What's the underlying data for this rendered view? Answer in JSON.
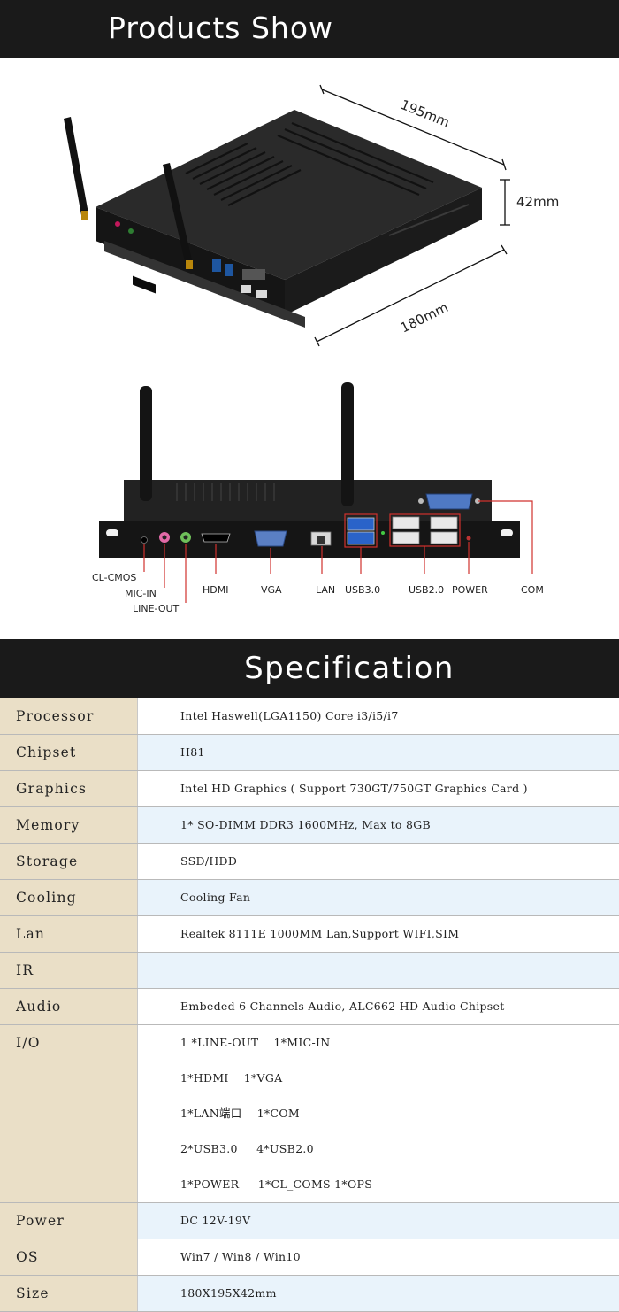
{
  "header": {
    "title": "Products Show"
  },
  "dimensions": {
    "length": "195mm",
    "height": "42mm",
    "width": "180mm"
  },
  "ports": {
    "cl_cmos": "CL-CMOS",
    "mic_in": "MIC-IN",
    "line_out": "LINE-OUT",
    "hdmi": "HDMI",
    "vga": "VGA",
    "lan": "LAN",
    "usb30": "USB3.0",
    "usb20": "USB2.0",
    "power": "POWER",
    "com": "COM"
  },
  "spec_header": {
    "title": "Specification"
  },
  "specs": [
    {
      "key": "Processor",
      "value": "Intel Haswell(LGA1150) Core i3/i5/i7"
    },
    {
      "key": "Chipset",
      "value": "H81"
    },
    {
      "key": "Graphics",
      "value": "Intel HD Graphics ( Support 730GT/750GT Graphics Card )"
    },
    {
      "key": "Memory",
      "value": "1* SO-DIMM DDR3 1600MHz, Max to 8GB"
    },
    {
      "key": "Storage",
      "value": "SSD/HDD"
    },
    {
      "key": "Cooling",
      "value": "Cooling Fan"
    },
    {
      "key": "Lan",
      "value": "Realtek 8111E 1000MM Lan,Support WIFI,SIM"
    },
    {
      "key": "IR",
      "value": ""
    },
    {
      "key": "Audio",
      "value": "Embeded  6 Channels Audio,  ALC662 HD Audio Chipset"
    },
    {
      "key": "I/O",
      "lines": [
        "1 *LINE-OUT    1*MIC-IN",
        "1*HDMI    1*VGA",
        "1*LAN端口    1*COM",
        "2*USB3.0     4*USB2.0",
        "1*POWER     1*CL_COMS 1*OPS"
      ]
    },
    {
      "key": "Power",
      "value": "DC 12V-19V"
    },
    {
      "key": "OS",
      "value": " Win7 / Win8 / Win10"
    },
    {
      "key": "Size",
      "value": "180X195X42mm"
    }
  ],
  "colors": {
    "banner": "#1a1a1a",
    "key_bg": "#eadfc7",
    "alt_bg": "#e9f3fb",
    "callout": "#d0312d"
  }
}
